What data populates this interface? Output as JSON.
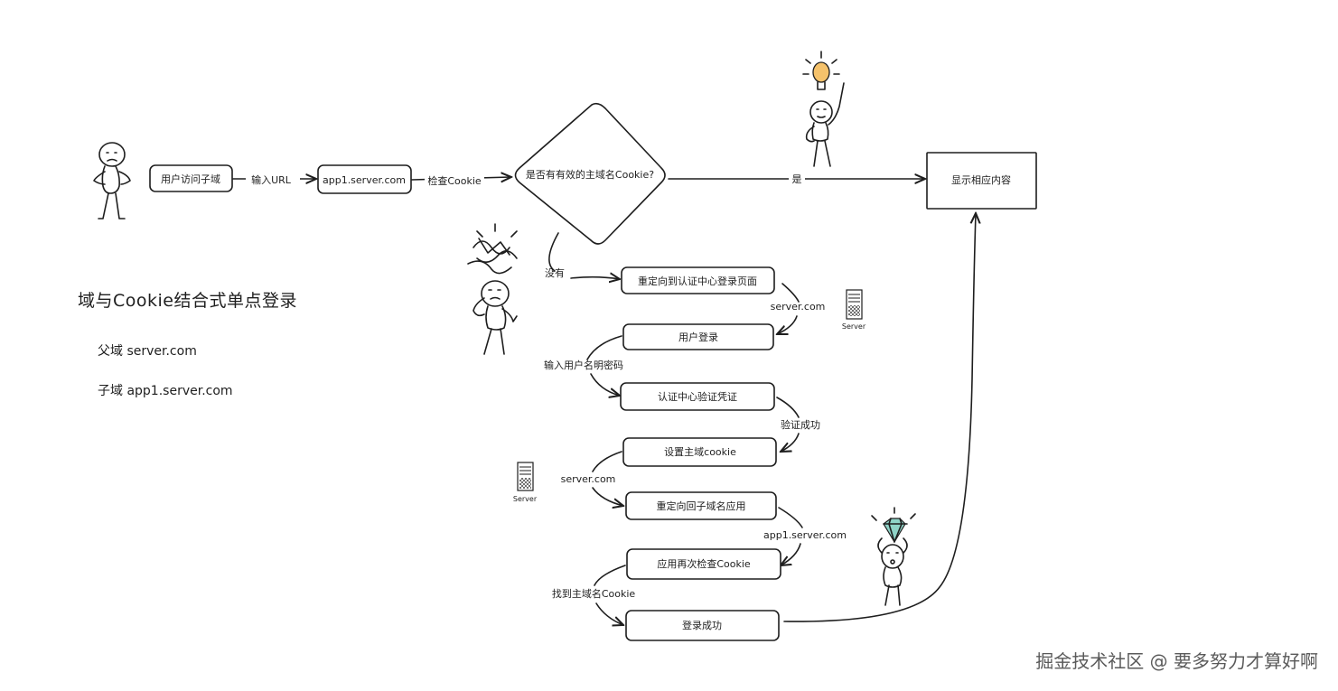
{
  "title": "域与Cookie结合式单点登录",
  "legend": {
    "parent_domain": "父域  server.com",
    "child_domain": "子域  app1.server.com"
  },
  "nodes": {
    "user_visit": "用户访问子域",
    "app1": "app1.server.com",
    "decision": "是否有有效的主域名Cookie?",
    "show_content": "显示相应内容",
    "redirect_login": "重定向到认证中心登录页面",
    "user_login": "用户登录",
    "verify": "认证中心验证凭证",
    "set_cookie": "设置主域cookie",
    "redirect_back": "重定向回子域名应用",
    "recheck": "应用再次检查Cookie",
    "login_success": "登录成功"
  },
  "edge_labels": {
    "input_url": "输入URL",
    "check_cookie": "检查Cookie",
    "yes": "是",
    "no": "没有",
    "server_com_1": "server.com",
    "input_credentials": "输入用户名明密码",
    "verify_success": "验证成功",
    "server_com_2": "server.com",
    "app1_server_com": "app1.server.com",
    "found_cookie": "找到主域名Cookie"
  },
  "server_icons": {
    "label": "Server"
  },
  "watermark": "掘金技术社区 @ 要多努力才算好啊",
  "colors": {
    "stroke": "#1e1e1e",
    "bulb": "#f5c26b",
    "diamond_gem": "#8fd3c7",
    "watermark": "#5a5a5a"
  }
}
